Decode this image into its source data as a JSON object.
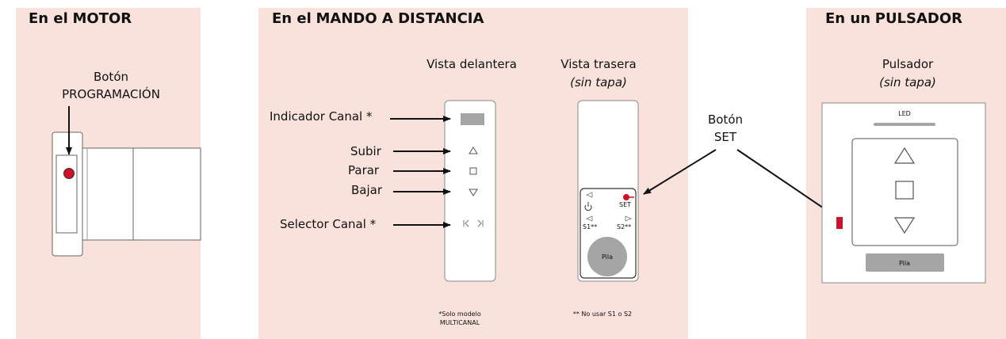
{
  "motor": {
    "title_prefix": "En el",
    "title_strong": "MOTOR",
    "button_label_1": "Botón",
    "button_label_2": "PROGRAMACIÓN"
  },
  "remote": {
    "title_prefix": "En el",
    "title_strong": "MANDO A DISTANCIA",
    "front_view": "Vista delantera",
    "rear_view": "Vista trasera",
    "rear_view_note": "(sin tapa)",
    "labels": {
      "channel_indicator": "Indicador Canal *",
      "up": "Subir",
      "stop": "Parar",
      "down": "Bajar",
      "channel_selector": "Selector Canal *"
    },
    "rear": {
      "set": "SET",
      "s1": "S1**",
      "s2": "S2**",
      "battery": "Pila"
    },
    "footnote_front_1": "*Solo modelo",
    "footnote_front_2": "MULTICANAL",
    "footnote_rear": "** No usar S1 o S2",
    "set_button_label_1": "Botón",
    "set_button_label_2": "SET"
  },
  "pushbutton": {
    "title_prefix": "En un",
    "title_strong": "PULSADOR",
    "name": "Pulsador",
    "note": "(sin tapa)",
    "led": "LED",
    "battery": "Pila"
  },
  "colors": {
    "panel_bg": "#f9e2dc",
    "red_button": "#d0112b",
    "grey_fill": "#a5a5a5",
    "outline": "#555555"
  }
}
